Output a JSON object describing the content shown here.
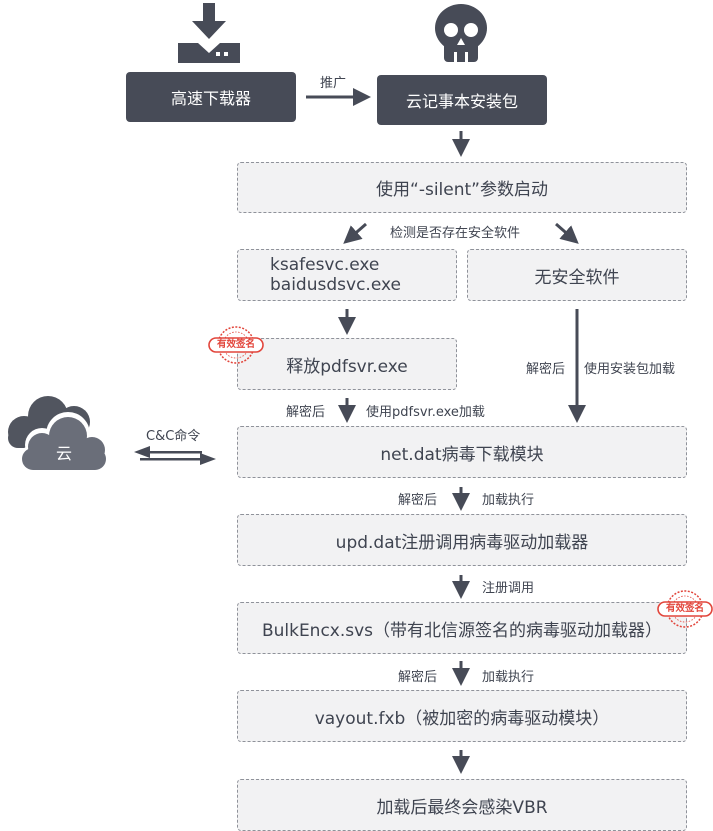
{
  "colors": {
    "dark": "#474b57",
    "stamp_red": "#e2453b",
    "cloud_dark": "#51555f",
    "cloud_light": "#6a6e79"
  },
  "icons": {
    "downloader": "download-tray-icon",
    "package": "skull-icon",
    "cloud": "cloud-icon"
  },
  "nodes": {
    "downloader": "高速下载器",
    "package": "云记事本安装包",
    "silent": "使用“-silent”参数启动",
    "av_line1": "ksafesvc.exe",
    "av_line2": "baidusdsvc.exe",
    "no_av": "无安全软件",
    "release": "释放pdfsvr.exe",
    "netdat": "net.dat病毒下载模块",
    "upddat": "upd.dat注册调用病毒驱动加载器",
    "bulk": "BulkEncx.svs（带有北信源签名的病毒驱动加载器）",
    "vayout": "vayout.fxb（被加密的病毒驱动模块）",
    "final": "加载后最终会感染VBR",
    "cloud": "云"
  },
  "labels": {
    "promote": "推广",
    "detect": "检测是否存在安全软件",
    "decrypt_right": "解密后",
    "use_package": "使用安装包加载",
    "decrypt_left": "解密后",
    "use_pdfsvr": "使用pdfsvr.exe加载",
    "cc": "C&C命令",
    "decrypt_2": "解密后",
    "load_exec_1": "加载执行",
    "register_call": "注册调用",
    "decrypt_3": "解密后",
    "load_exec_2": "加载执行"
  },
  "stamps": {
    "valid_sign": "有效签名"
  }
}
